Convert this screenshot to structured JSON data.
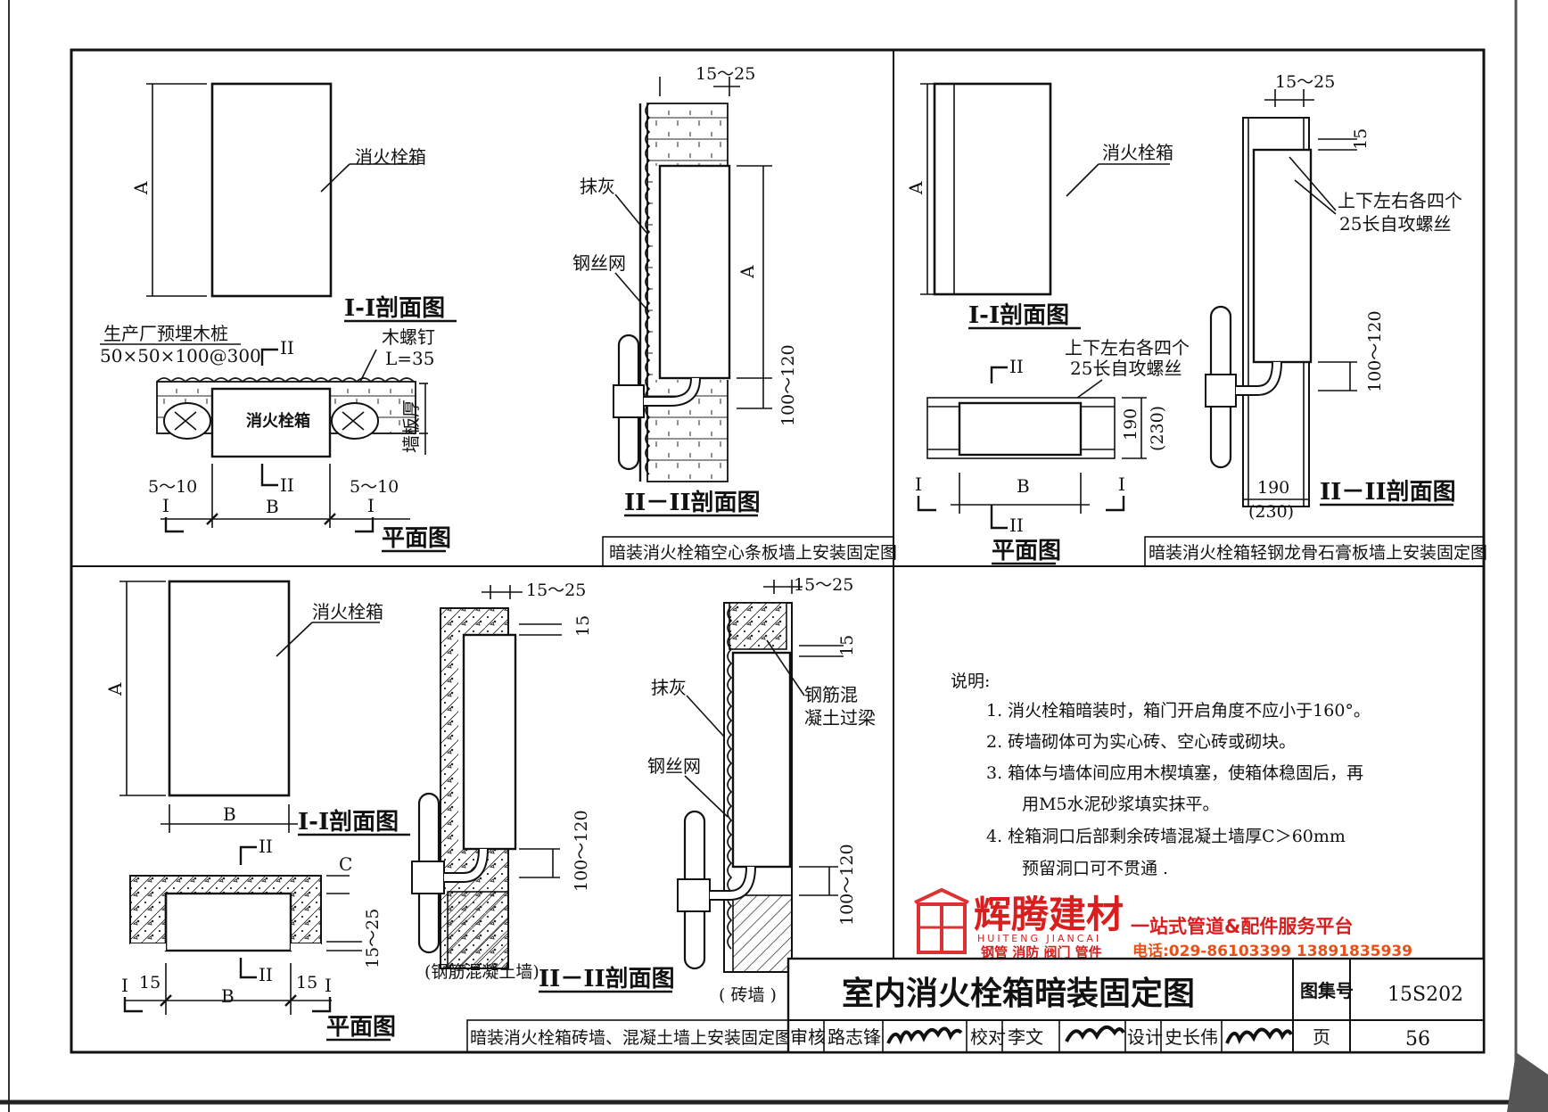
{
  "labels": {
    "hydrant_box": "消火栓箱",
    "plaster": "抹灰",
    "wire_mesh": "钢丝网",
    "wood_screw": "木螺钉",
    "wood_screw_len": "L=35",
    "wood_pile": "生产厂预埋木桩",
    "wood_pile_spec": "50×50×100@300",
    "wall_thick": "墙板厚",
    "screws_line1": "上下左右各四个",
    "screws_line2": "25长自攻螺丝",
    "rc_beam_1": "钢筋混",
    "rc_beam_2": "凝土过梁",
    "rc_wall": "(钢筋混凝土墙)",
    "brick_wall": "( 砖墙 )"
  },
  "dims": {
    "a": "A",
    "b": "B",
    "c": "C",
    "d_15_25": "15～25",
    "d_100_120": "100～120",
    "d_5_10": "5～10",
    "d_15": "15",
    "d_190": "190",
    "d_230": "(230)"
  },
  "section_marks": {
    "one": "I",
    "two": "II"
  },
  "titles": {
    "sec_1_1": "I-I剖面图",
    "sec_2_2": "II－II剖面图",
    "plan": "平面图"
  },
  "captions": {
    "panel1": "暗装消火栓箱空心条板墙上安装固定图",
    "panel2": "暗装消火栓箱轻钢龙骨石膏板墙上安装固定图",
    "panel3": "暗装消火栓箱砖墙、混凝土墙上安装固定图"
  },
  "notes": {
    "heading": "说明:",
    "n1": "1.  消火栓箱暗装时，箱门开启角度不应小于160°。",
    "n2": "2.  砖墙砌体可为实心砖、空心砖或砌块。",
    "n3a": "3.  箱体与墙体间应用木楔填塞，使箱体稳固后，再",
    "n3b": "用M5水泥砂浆填实抹平。",
    "n4a": "4.  栓箱洞口后部剩余砖墙混凝土墙厚C＞60mm",
    "n4b": "预留洞口可不贯通 ."
  },
  "watermark": {
    "name": "辉腾建材",
    "pinyin": "HUITENG JIANCAI",
    "slogan": "一站式管道&配件服务平台",
    "products": "钢管 消防 阀门 管件",
    "phone": "电话:029-86103399 13891835939"
  },
  "title_block": {
    "title": "室内消火栓箱暗装固定图",
    "atlas_label": "图集号",
    "atlas_no": "15S202",
    "review_label": "审核",
    "review_name": "路志锋",
    "check_label": "校对",
    "check_name": "李文",
    "design_label": "设计",
    "design_name": "史长伟",
    "page_label": "页",
    "page_no": "56"
  },
  "colors": {
    "watermark_red": "#d81e1e",
    "watermark_orange": "#e8501a"
  }
}
